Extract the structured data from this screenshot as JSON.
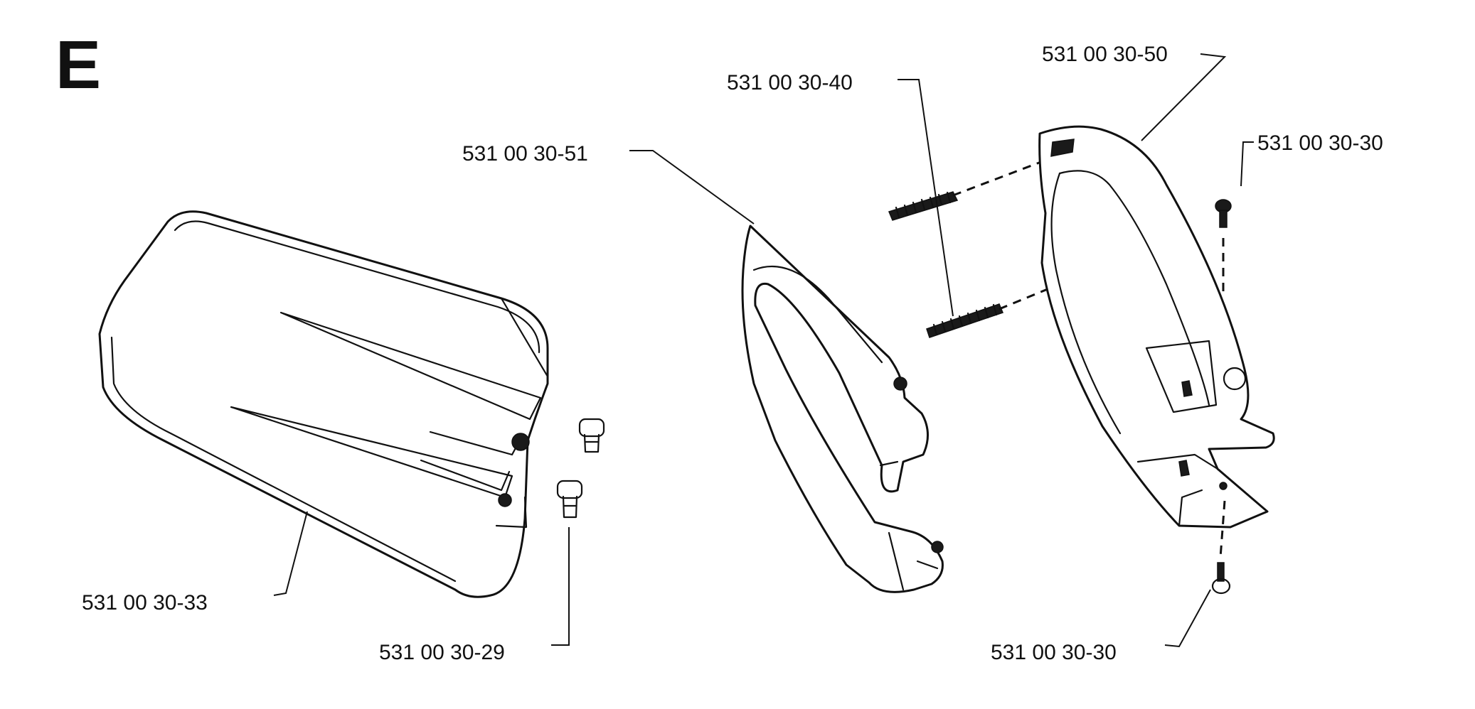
{
  "diagram": {
    "section_letter": "E",
    "part_labels": {
      "cover": "531 00 30-33",
      "cover_screw": "531 00 30-29",
      "front_handle": "531 00 30-51",
      "spring": "531 00 30-40",
      "rear_handle": "531 00 30-50",
      "screw_top": "531 00 30-30",
      "screw_bottom": "531 00 30-30"
    },
    "line_color": "#111111",
    "background_color": "#ffffff"
  }
}
